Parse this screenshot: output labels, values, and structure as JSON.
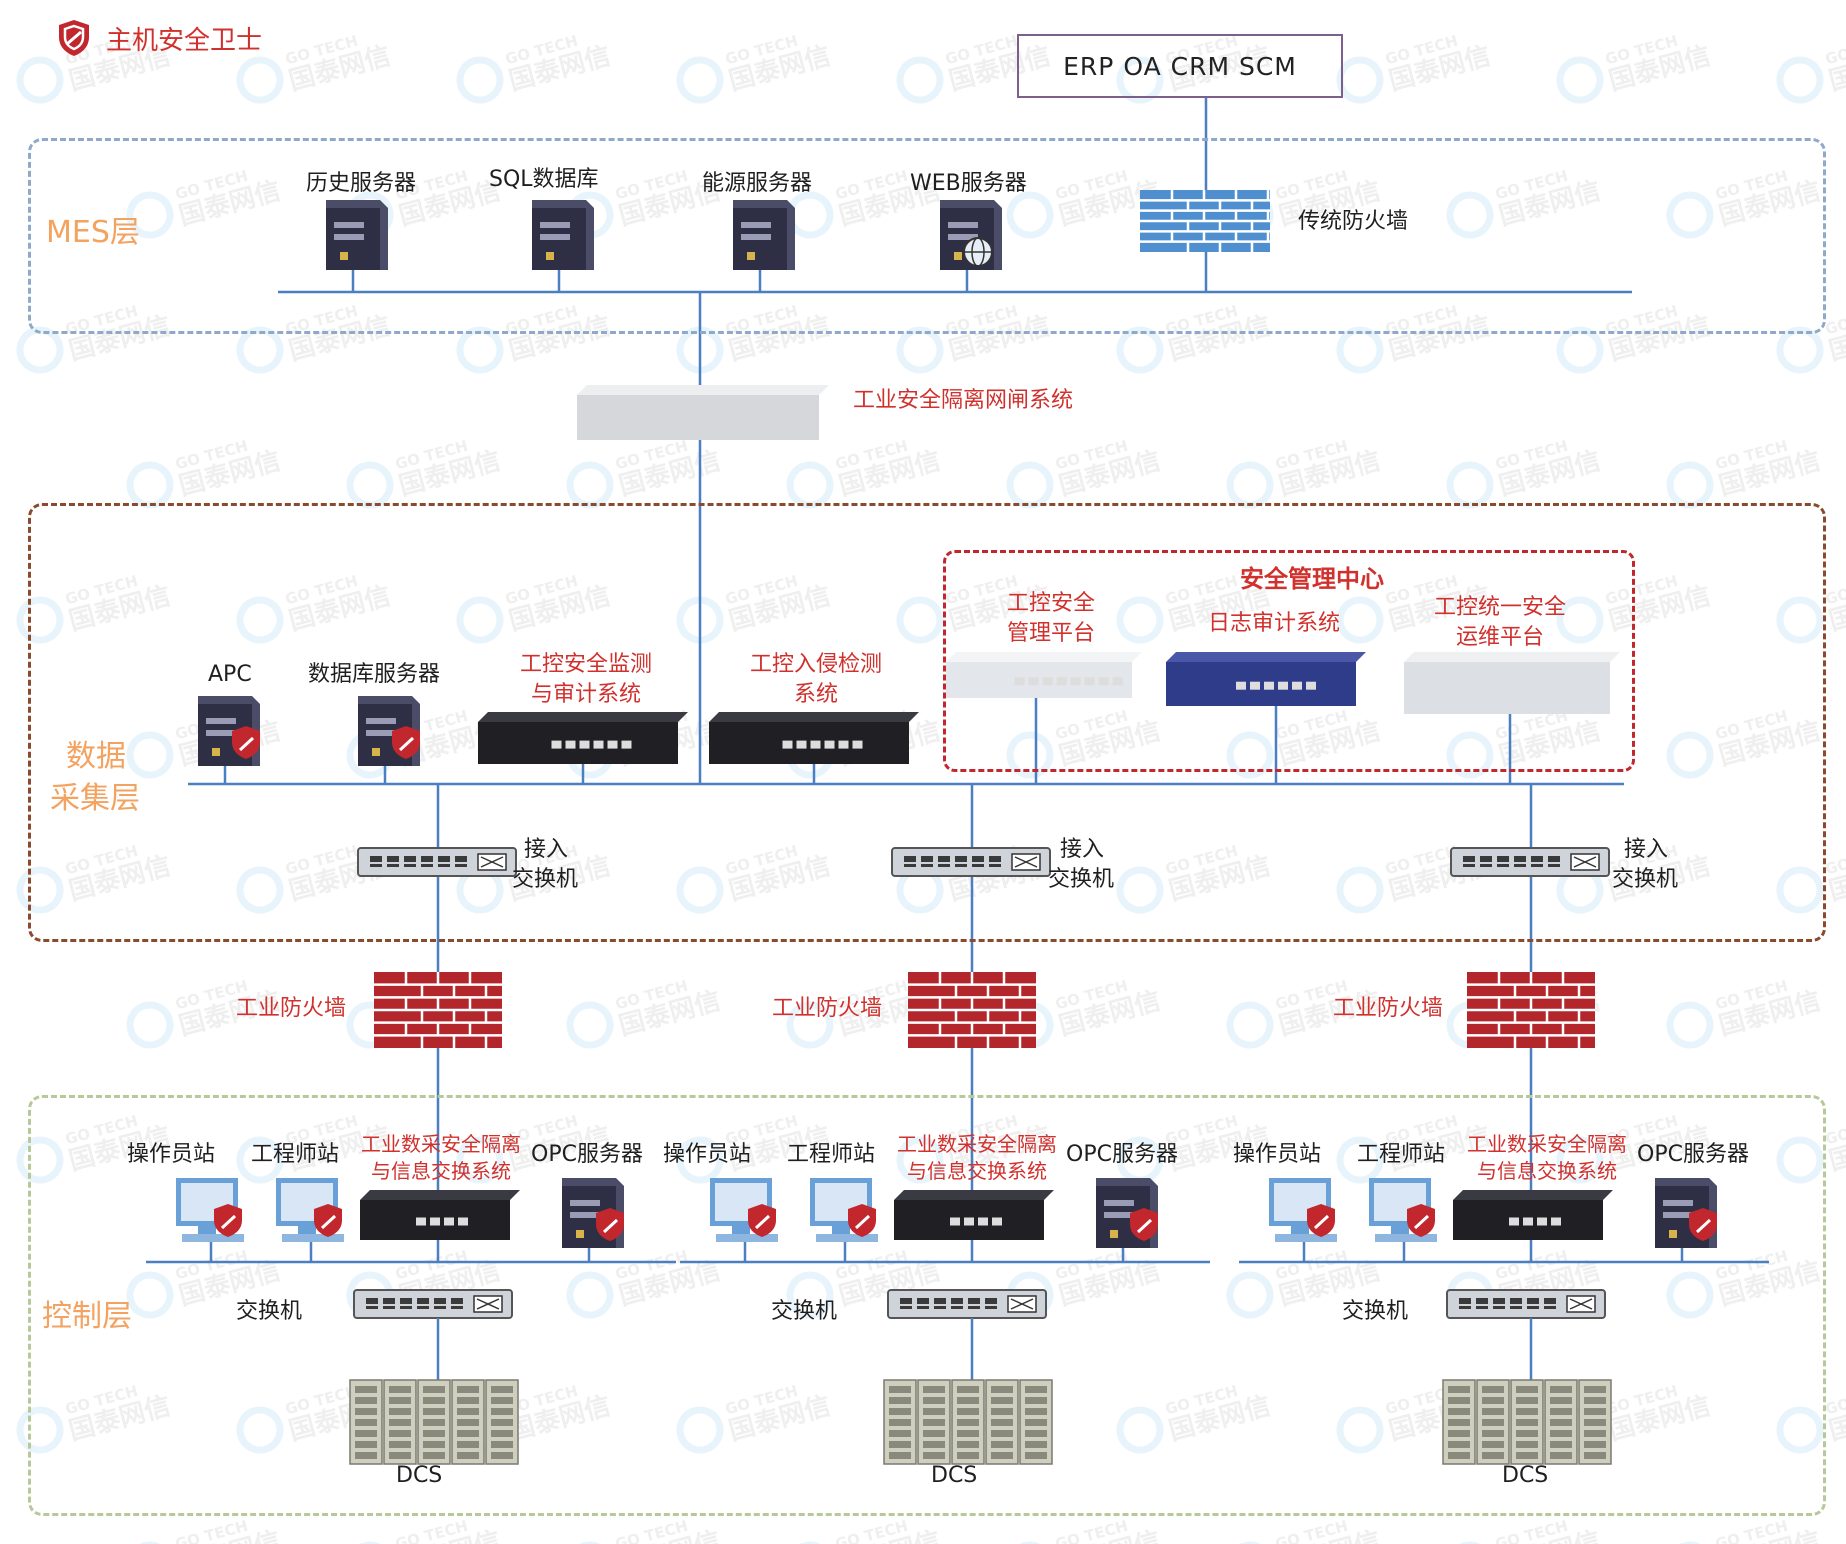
{
  "legend": {
    "host_guard_label": "主机安全卫士"
  },
  "top_systems": {
    "label": "ERP   OA   CRM   SCM"
  },
  "layers": {
    "mes": "MES层",
    "data_line1": "数据",
    "data_line2": "采集层",
    "control": "控制层"
  },
  "mes": {
    "history_server": "历史服务器",
    "sql_db": "SQL数据库",
    "energy_server": "能源服务器",
    "web_server": "WEB服务器",
    "traditional_firewall": "传统防火墙"
  },
  "gateway": {
    "label": "工业安全隔离网闸系统"
  },
  "data_layer": {
    "apc": "APC",
    "db_server": "数据库服务器",
    "monitor_line1": "工控安全监测",
    "monitor_line2": "与审计系统",
    "ids_line1": "工控入侵检测",
    "ids_line2": "系统",
    "access_switch_line1": "接入",
    "access_switch_line2": "交换机"
  },
  "security_center": {
    "title": "安全管理中心",
    "platform_line1": "工控安全",
    "platform_line2": "管理平台",
    "log_audit": "日志审计系统",
    "ops_line1": "工控统一安全",
    "ops_line2": "运维平台"
  },
  "industrial_firewall": "工业防火墙",
  "control_layer": {
    "operator_station": "操作员站",
    "engineer_station": "工程师站",
    "isolation_line1": "工业数采安全隔离",
    "isolation_line2": "与信息交换系统",
    "opc_server": "OPC服务器",
    "switch": "交换机",
    "dcs": "DCS"
  },
  "watermark": {
    "line1": "GO TECH",
    "line2": "国泰网信"
  },
  "colors": {
    "line": "#4a7fc1",
    "label_red": "#d0312d",
    "layer_orange": "#f3a25f",
    "firewall_blue": "#4f8fd0",
    "firewall_red": "#b3262c",
    "server_dark": "#2e2f45",
    "shield_red": "#c1272d"
  }
}
